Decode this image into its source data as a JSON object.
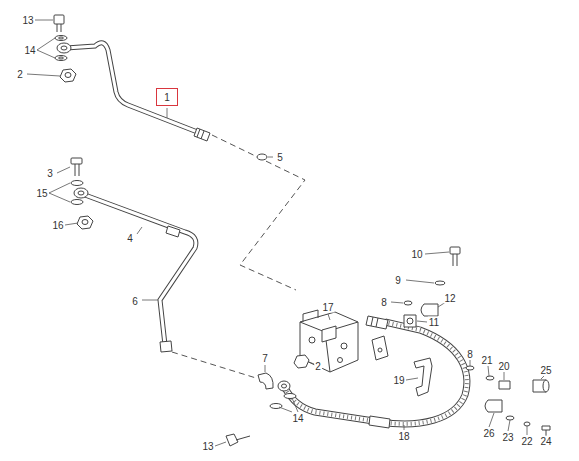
{
  "diagram": {
    "nodes": [
      {
        "text": [
          "1"
        ]
      }
    ],
    "labels": [
      "13",
      "14",
      "2",
      "5",
      "3",
      "15",
      "16",
      "4",
      "6",
      "10",
      "9",
      "8",
      "12",
      "11",
      "17",
      "7",
      "2",
      "8",
      "21",
      "20",
      "25",
      "19",
      "14",
      "13",
      "18",
      "26",
      "23",
      "22",
      "24"
    ]
  }
}
